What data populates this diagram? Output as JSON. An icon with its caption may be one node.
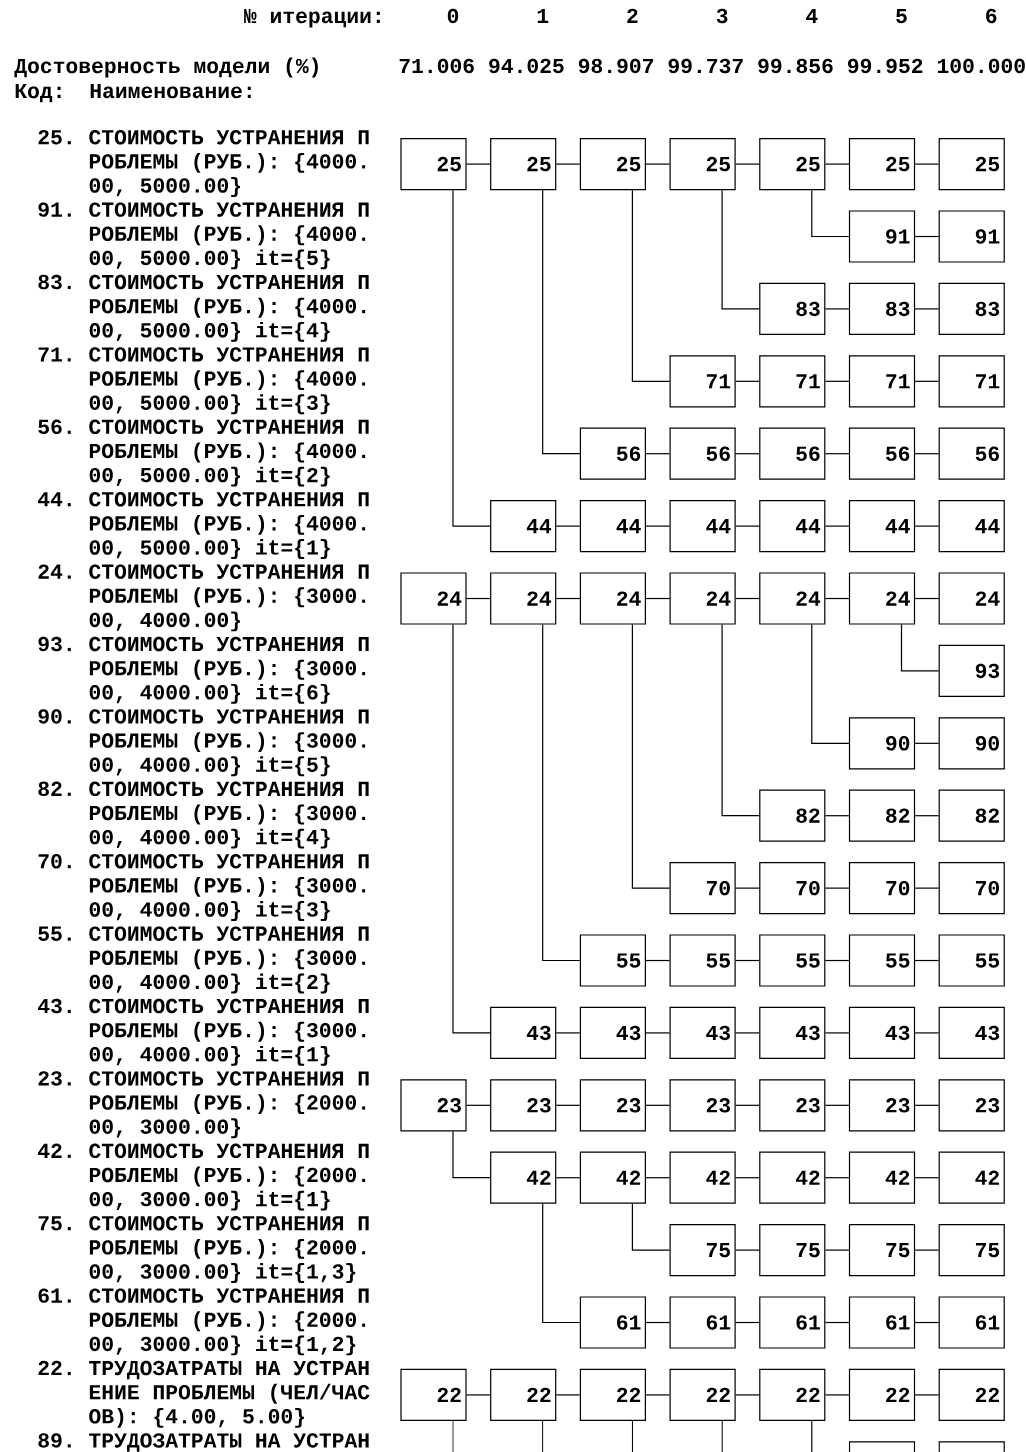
{
  "diagram": {
    "nodes": [
      {
        "text": [
          "25"
        ]
      },
      {
        "text": [
          "25"
        ]
      },
      {
        "text": [
          "25"
        ]
      },
      {
        "text": [
          "25"
        ]
      },
      {
        "text": [
          "25"
        ]
      },
      {
        "text": [
          "25"
        ]
      },
      {
        "text": [
          "25"
        ]
      },
      {
        "text": [
          "91"
        ]
      },
      {
        "text": [
          "91"
        ]
      },
      {
        "text": [
          "83"
        ]
      },
      {
        "text": [
          "83"
        ]
      },
      {
        "text": [
          "83"
        ]
      },
      {
        "text": [
          "71"
        ]
      },
      {
        "text": [
          "71"
        ]
      },
      {
        "text": [
          "71"
        ]
      },
      {
        "text": [
          "71"
        ]
      },
      {
        "text": [
          "56"
        ]
      },
      {
        "text": [
          "56"
        ]
      },
      {
        "text": [
          "56"
        ]
      },
      {
        "text": [
          "56"
        ]
      },
      {
        "text": [
          "56"
        ]
      },
      {
        "text": [
          "44"
        ]
      },
      {
        "text": [
          "44"
        ]
      },
      {
        "text": [
          "44"
        ]
      },
      {
        "text": [
          "44"
        ]
      },
      {
        "text": [
          "44"
        ]
      },
      {
        "text": [
          "44"
        ]
      },
      {
        "text": [
          "24"
        ]
      },
      {
        "text": [
          "24"
        ]
      },
      {
        "text": [
          "24"
        ]
      },
      {
        "text": [
          "24"
        ]
      },
      {
        "text": [
          "24"
        ]
      },
      {
        "text": [
          "24"
        ]
      },
      {
        "text": [
          "24"
        ]
      },
      {
        "text": [
          "93"
        ]
      },
      {
        "text": [
          "90"
        ]
      },
      {
        "text": [
          "90"
        ]
      },
      {
        "text": [
          "82"
        ]
      },
      {
        "text": [
          "82"
        ]
      },
      {
        "text": [
          "82"
        ]
      },
      {
        "text": [
          "70"
        ]
      },
      {
        "text": [
          "70"
        ]
      },
      {
        "text": [
          "70"
        ]
      },
      {
        "text": [
          "70"
        ]
      },
      {
        "text": [
          "55"
        ]
      },
      {
        "text": [
          "55"
        ]
      },
      {
        "text": [
          "55"
        ]
      },
      {
        "text": [
          "55"
        ]
      },
      {
        "text": [
          "55"
        ]
      },
      {
        "text": [
          "43"
        ]
      },
      {
        "text": [
          "43"
        ]
      },
      {
        "text": [
          "43"
        ]
      },
      {
        "text": [
          "43"
        ]
      },
      {
        "text": [
          "43"
        ]
      },
      {
        "text": [
          "43"
        ]
      },
      {
        "text": [
          "23"
        ]
      },
      {
        "text": [
          "23"
        ]
      },
      {
        "text": [
          "23"
        ]
      },
      {
        "text": [
          "23"
        ]
      },
      {
        "text": [
          "23"
        ]
      },
      {
        "text": [
          "23"
        ]
      },
      {
        "text": [
          "23"
        ]
      },
      {
        "text": [
          "42"
        ]
      },
      {
        "text": [
          "42"
        ]
      },
      {
        "text": [
          "42"
        ]
      },
      {
        "text": [
          "42"
        ]
      },
      {
        "text": [
          "42"
        ]
      },
      {
        "text": [
          "42"
        ]
      },
      {
        "text": [
          "75"
        ]
      },
      {
        "text": [
          "75"
        ]
      },
      {
        "text": [
          "75"
        ]
      },
      {
        "text": [
          "75"
        ]
      },
      {
        "text": [
          "61"
        ]
      },
      {
        "text": [
          "61"
        ]
      },
      {
        "text": [
          "61"
        ]
      },
      {
        "text": [
          "61"
        ]
      },
      {
        "text": [
          "61"
        ]
      },
      {
        "text": [
          "22"
        ]
      },
      {
        "text": [
          "22"
        ]
      },
      {
        "text": [
          "22"
        ]
      },
      {
        "text": [
          "22"
        ]
      },
      {
        "text": [
          "22"
        ]
      },
      {
        "text": [
          "22"
        ]
      },
      {
        "text": [
          "22"
        ]
      },
      {
        "text": [],
        "shape": "box"
      },
      {
        "text": [],
        "shape": "box"
      }
    ],
    "edges": [
      {
        "from": 0,
        "to": 1,
        "arrow": "none"
      },
      {
        "from": 1,
        "to": 2,
        "arrow": "none"
      },
      {
        "from": 2,
        "to": 3,
        "arrow": "none"
      },
      {
        "from": 3,
        "to": 4,
        "arrow": "none"
      },
      {
        "from": 4,
        "to": 5,
        "arrow": "none"
      },
      {
        "from": 5,
        "to": 6,
        "arrow": "none"
      },
      {
        "from": 4,
        "to": 7,
        "arrow": "none"
      },
      {
        "from": 7,
        "to": 8,
        "arrow": "none"
      },
      {
        "from": 3,
        "to": 9,
        "arrow": "none"
      },
      {
        "from": 9,
        "to": 10,
        "arrow": "none"
      },
      {
        "from": 10,
        "to": 11,
        "arrow": "none"
      },
      {
        "from": 2,
        "to": 12,
        "arrow": "none"
      },
      {
        "from": 12,
        "to": 13,
        "arrow": "none"
      },
      {
        "from": 13,
        "to": 14,
        "arrow": "none"
      },
      {
        "from": 14,
        "to": 15,
        "arrow": "none"
      },
      {
        "from": 1,
        "to": 16,
        "arrow": "none"
      },
      {
        "from": 16,
        "to": 17,
        "arrow": "none"
      },
      {
        "from": 17,
        "to": 18,
        "arrow": "none"
      },
      {
        "from": 18,
        "to": 19,
        "arrow": "none"
      },
      {
        "from": 19,
        "to": 20,
        "arrow": "none"
      },
      {
        "from": 0,
        "to": 21,
        "arrow": "none"
      },
      {
        "from": 21,
        "to": 22,
        "arrow": "none"
      },
      {
        "from": 22,
        "to": 23,
        "arrow": "none"
      },
      {
        "from": 23,
        "to": 24,
        "arrow": "none"
      },
      {
        "from": 24,
        "to": 25,
        "arrow": "none"
      },
      {
        "from": 25,
        "to": 26,
        "arrow": "none"
      },
      {
        "from": 27,
        "to": 28,
        "arrow": "none"
      },
      {
        "from": 28,
        "to": 29,
        "arrow": "none"
      },
      {
        "from": 29,
        "to": 30,
        "arrow": "none"
      },
      {
        "from": 30,
        "to": 31,
        "arrow": "none"
      },
      {
        "from": 31,
        "to": 32,
        "arrow": "none"
      },
      {
        "from": 32,
        "to": 33,
        "arrow": "none"
      },
      {
        "from": 32,
        "to": 34,
        "arrow": "none"
      },
      {
        "from": 31,
        "to": 35,
        "arrow": "none"
      },
      {
        "from": 35,
        "to": 36,
        "arrow": "none"
      },
      {
        "from": 30,
        "to": 37,
        "arrow": "none"
      },
      {
        "from": 37,
        "to": 38,
        "arrow": "none"
      },
      {
        "from": 38,
        "to": 39,
        "arrow": "none"
      },
      {
        "from": 29,
        "to": 40,
        "arrow": "none"
      },
      {
        "from": 40,
        "to": 41,
        "arrow": "none"
      },
      {
        "from": 41,
        "to": 42,
        "arrow": "none"
      },
      {
        "from": 42,
        "to": 43,
        "arrow": "none"
      },
      {
        "from": 28,
        "to": 44,
        "arrow": "none"
      },
      {
        "from": 44,
        "to": 45,
        "arrow": "none"
      },
      {
        "from": 45,
        "to": 46,
        "arrow": "none"
      },
      {
        "from": 46,
        "to": 47,
        "arrow": "none"
      },
      {
        "from": 47,
        "to": 48,
        "arrow": "none"
      },
      {
        "from": 27,
        "to": 49,
        "arrow": "none"
      },
      {
        "from": 49,
        "to": 50,
        "arrow": "none"
      },
      {
        "from": 50,
        "to": 51,
        "arrow": "none"
      },
      {
        "from": 51,
        "to": 52,
        "arrow": "none"
      },
      {
        "from": 52,
        "to": 53,
        "arrow": "none"
      },
      {
        "from": 53,
        "to": 54,
        "arrow": "none"
      },
      {
        "from": 55,
        "to": 56,
        "arrow": "none"
      },
      {
        "from": 56,
        "to": 57,
        "arrow": "none"
      },
      {
        "from": 57,
        "to": 58,
        "arrow": "none"
      },
      {
        "from": 58,
        "to": 59,
        "arrow": "none"
      },
      {
        "from": 59,
        "to": 60,
        "arrow": "none"
      },
      {
        "from": 60,
        "to": 61,
        "arrow": "none"
      },
      {
        "from": 55,
        "to": 62,
        "arrow": "none"
      },
      {
        "from": 62,
        "to": 63,
        "arrow": "none"
      },
      {
        "from": 63,
        "to": 64,
        "arrow": "none"
      },
      {
        "from": 64,
        "to": 65,
        "arrow": "none"
      },
      {
        "from": 65,
        "to": 66,
        "arrow": "none"
      },
      {
        "from": 66,
        "to": 67,
        "arrow": "none"
      },
      {
        "from": 63,
        "to": 68,
        "arrow": "none"
      },
      {
        "from": 68,
        "to": 69,
        "arrow": "none"
      },
      {
        "from": 69,
        "to": 70,
        "arrow": "none"
      },
      {
        "from": 70,
        "to": 71,
        "arrow": "none"
      },
      {
        "from": 62,
        "to": 72,
        "arrow": "none"
      },
      {
        "from": 72,
        "to": 73,
        "arrow": "none"
      },
      {
        "from": 73,
        "to": 74,
        "arrow": "none"
      },
      {
        "from": 74,
        "to": 75,
        "arrow": "none"
      },
      {
        "from": 75,
        "to": 76,
        "arrow": "none"
      },
      {
        "from": 77,
        "to": 78,
        "arrow": "none"
      },
      {
        "from": 78,
        "to": 79,
        "arrow": "none"
      },
      {
        "from": 79,
        "to": 80,
        "arrow": "none"
      },
      {
        "from": 80,
        "to": 81,
        "arrow": "none"
      },
      {
        "from": 81,
        "to": 82,
        "arrow": "none"
      },
      {
        "from": 82,
        "to": 83,
        "arrow": "none"
      },
      {
        "from": 77,
        "to": null,
        "arrow": "none"
      },
      {
        "from": 78,
        "to": null,
        "arrow": "none"
      },
      {
        "from": 79,
        "to": null,
        "arrow": "none"
      },
      {
        "from": 80,
        "to": null,
        "arrow": "none"
      },
      {
        "from": 81,
        "to": null,
        "arrow": "none"
      }
    ],
    "labels": [
      "№ итерации:",
      "0",
      "1",
      "2",
      "3",
      "4",
      "5",
      "6",
      "Достоверность модели (%)",
      "71.006",
      "94.025",
      "98.907",
      "99.737",
      "99.856",
      "99.952",
      "100.000",
      "Код:",
      "Наименование:",
      "25. СТОИМОСТЬ УСТРАНЕНИЯ П РОБЛЕМЫ (РУБ.): {4000. 00, 5000.00}",
      "91. СТОИМОСТЬ УСТРАНЕНИЯ П РОБЛЕМЫ (РУБ.): {4000. 00, 5000.00} it={5}",
      "83. СТОИМОСТЬ УСТРАНЕНИЯ П РОБЛЕМЫ (РУБ.): {4000. 00, 5000.00} it={4}",
      "71. СТОИМОСТЬ УСТРАНЕНИЯ П РОБЛЕМЫ (РУБ.): {4000. 00, 5000.00} it={3}",
      "56. СТОИМОСТЬ УСТРАНЕНИЯ П РОБЛЕМЫ (РУБ.): {4000. 00, 5000.00} it={2}",
      "44. СТОИМОСТЬ УСТРАНЕНИЯ П РОБЛЕМЫ (РУБ.): {4000. 00, 5000.00} it={1}",
      "24. СТОИМОСТЬ УСТРАНЕНИЯ П РОБЛЕМЫ (РУБ.): {3000. 00, 4000.00}",
      "93. СТОИМОСТЬ УСТРАНЕНИЯ П РОБЛЕМЫ (РУБ.): {3000. 00, 4000.00} it={6}",
      "90. СТОИМОСТЬ УСТРАНЕНИЯ П РОБЛЕМЫ (РУБ.): {3000. 00, 4000.00} it={5}",
      "82. СТОИМОСТЬ УСТРАНЕНИЯ П РОБЛЕМЫ (РУБ.): {3000. 00, 4000.00} it={4}",
      "70. СТОИМОСТЬ УСТРАНЕНИЯ П РОБЛЕМЫ (РУБ.): {3000. 00, 4000.00} it={3}",
      "55. СТОИМОСТЬ УСТРАНЕНИЯ П РОБЛЕМЫ (РУБ.): {3000. 00, 4000.00} it={2}",
      "43. СТОИМОСТЬ УСТРАНЕНИЯ П РОБЛЕМЫ (РУБ.): {3000. 00, 4000.00} it={1}",
      "23. СТОИМОСТЬ УСТРАНЕНИЯ П РОБЛЕМЫ (РУБ.): {2000. 00, 3000.00}",
      "42. СТОИМОСТЬ УСТРАНЕНИЯ П РОБЛЕМЫ (РУБ.): {2000. 00, 3000.00} it={1}",
      "75. СТОИМОСТЬ УСТРАНЕНИЯ П РОБЛЕМЫ (РУБ.): {2000. 00, 3000.00} it={1,3}",
      "61. СТОИМОСТЬ УСТРАНЕНИЯ П РОБЛЕМЫ (РУБ.): {2000. 00, 3000.00} it={1,2}",
      "22. ТРУДОЗАТРАТЫ НА УСТРАН ЕНИЕ ПРОБЛЕМЫ (ЧЕЛ/ЧАС ОВ): {4.00, 5.00}",
      "89. ТРУДОЗАТРАТЫ НА УСТРАН"
    ]
  }
}
